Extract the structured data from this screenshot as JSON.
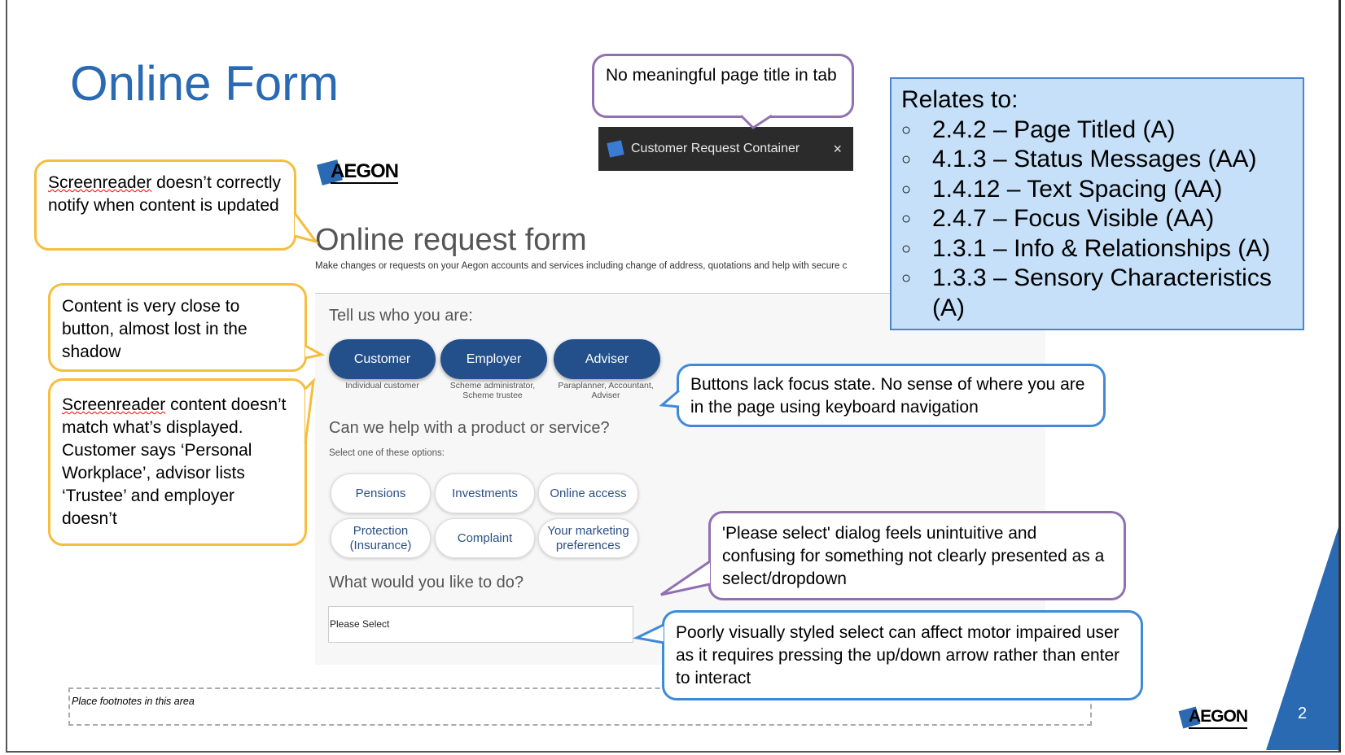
{
  "slide": {
    "title": "Online Form",
    "page_number": "2",
    "footnote_placeholder": "Place footnotes in this area",
    "logo_text": "AEGON"
  },
  "browser_tab": {
    "title": "Customer Request Container",
    "close": "×",
    "icon": "favicon-icon"
  },
  "relates": {
    "heading": "Relates to:",
    "items": [
      "2.4.2 – Page Titled (A)",
      "4.1.3 – Status Messages (AA)",
      "1.4.12 – Text Spacing (AA)",
      "2.4.7 – Focus Visible (AA)",
      "1.3.1 – Info & Relationships (A)",
      "1.3.3 – Sensory Characteristics (A)"
    ]
  },
  "form": {
    "logo": "AEGON",
    "heading": "Online request form",
    "description": "Make changes or requests on your Aegon accounts and services including change of address, quotations and help with secure c",
    "who_label": "Tell us who you are:",
    "roles": [
      {
        "label": "Customer",
        "sub": "Individual customer"
      },
      {
        "label": "Employer",
        "sub": "Scheme administrator, Scheme trustee"
      },
      {
        "label": "Adviser",
        "sub": "Paraplanner, Accountant, Adviser"
      }
    ],
    "help_label": "Can we help with a product or service?",
    "help_hint": "Select one of these options:",
    "options": [
      "Pensions",
      "Investments",
      "Online access",
      "Protection (Insurance)",
      "Complaint",
      "Your marketing preferences"
    ],
    "do_label": "What would you like to do?",
    "select_value": "Please Select"
  },
  "callouts": {
    "tab_title": "No meaningful page title in tab",
    "notify_word": "Screenreader",
    "notify": " doesn’t correctly notify when content is updated",
    "close_content": "Content is very close to button, almost lost in the shadow",
    "mismatch_word": "Screenreader",
    "mismatch": " content doesn’t match what’s displayed. Customer says ‘Personal Workplace’, advisor lists ‘Trustee’ and employer doesn’t",
    "focus": "Buttons lack focus state. No sense of where you are in the page using keyboard navigation",
    "please_select": "'Please select' dialog feels unintuitive and confusing for something not clearly presented as a select/dropdown",
    "select_style": "Poorly visually styled select can affect motor impaired user as it requires pressing the up/down arrow rather than enter to interact"
  },
  "colors": {
    "brand": "#2a6ab2",
    "button": "#234f8a",
    "yellow": "#f5be3c",
    "purple": "#9170b0",
    "blue": "#3e8ad9",
    "relates_bg": "#c5e0f8"
  }
}
